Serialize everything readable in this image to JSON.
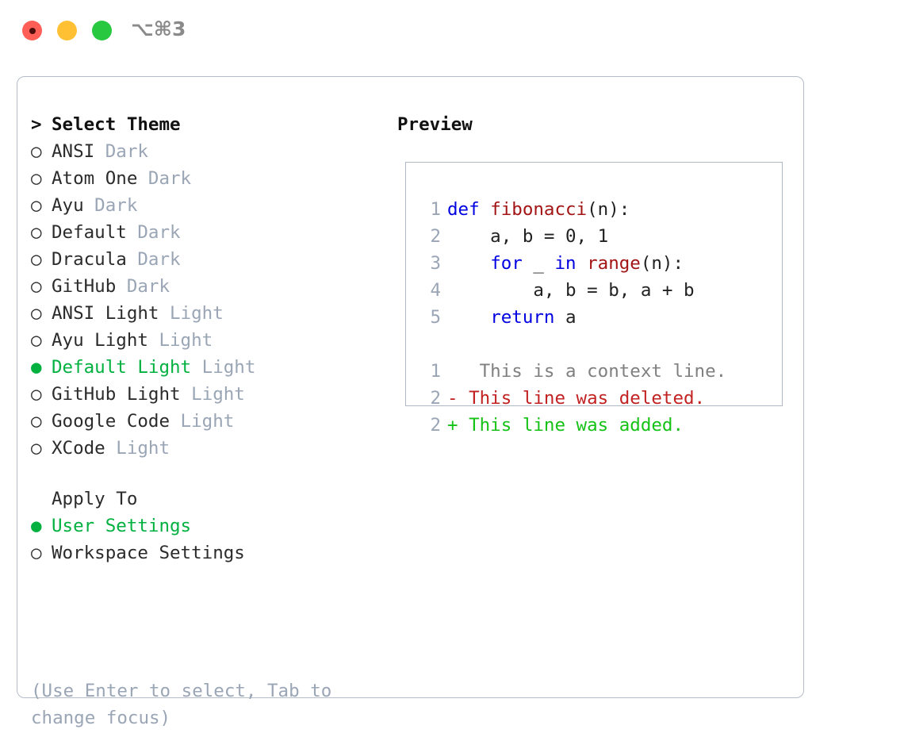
{
  "window": {
    "shortcut": "⌥⌘3",
    "traffic_lights": [
      "close-red",
      "minimize-yellow",
      "maximize-green"
    ],
    "colors": {
      "red": "#ff5f57",
      "yellow": "#ffc133",
      "green": "#28c840",
      "panel_border": "#b4bcc8",
      "accent_green": "#00b140",
      "muted": "#9aa5b5",
      "keyword_blue": "#0000e0",
      "function_red": "#a31515",
      "diff_delete": "#c22222",
      "diff_add": "#16c216"
    }
  },
  "theme_picker": {
    "header": "Select Theme",
    "header_marker": ">",
    "marker_unselected": "○",
    "marker_selected": "●",
    "items": [
      {
        "marker": "○",
        "name": "ANSI",
        "tag": "Dark",
        "selected": false
      },
      {
        "marker": "○",
        "name": "Atom One",
        "tag": "Dark",
        "selected": false
      },
      {
        "marker": "○",
        "name": "Ayu",
        "tag": "Dark",
        "selected": false
      },
      {
        "marker": "○",
        "name": "Default",
        "tag": "Dark",
        "selected": false
      },
      {
        "marker": "○",
        "name": "Dracula",
        "tag": "Dark",
        "selected": false
      },
      {
        "marker": "○",
        "name": "GitHub",
        "tag": "Dark",
        "selected": false
      },
      {
        "marker": "○",
        "name": "ANSI Light",
        "tag": "Light",
        "selected": false
      },
      {
        "marker": "○",
        "name": "Ayu Light",
        "tag": "Light",
        "selected": false
      },
      {
        "marker": "●",
        "name": "Default Light",
        "tag": "Light",
        "selected": true
      },
      {
        "marker": "○",
        "name": "GitHub Light",
        "tag": "Light",
        "selected": false
      },
      {
        "marker": "○",
        "name": "Google Code",
        "tag": "Light",
        "selected": false
      },
      {
        "marker": "○",
        "name": "XCode",
        "tag": "Light",
        "selected": false
      }
    ]
  },
  "apply_to": {
    "header": "Apply To",
    "items": [
      {
        "marker": "●",
        "label": "User Settings",
        "selected": true
      },
      {
        "marker": "○",
        "label": "Workspace Settings",
        "selected": false
      }
    ]
  },
  "hint": "(Use Enter to select, Tab to change focus)",
  "preview": {
    "title": "Preview",
    "code_lines": [
      {
        "n": "1",
        "parts": [
          {
            "t": "def ",
            "c": "kw"
          },
          {
            "t": "fibonacci",
            "c": "fn"
          },
          {
            "t": "(n):",
            "c": "plain"
          }
        ]
      },
      {
        "n": "2",
        "parts": [
          {
            "t": "    a, b = 0, 1",
            "c": "plain"
          }
        ]
      },
      {
        "n": "3",
        "parts": [
          {
            "t": "    ",
            "c": "plain"
          },
          {
            "t": "for",
            "c": "kw"
          },
          {
            "t": " _ ",
            "c": "plain"
          },
          {
            "t": "in",
            "c": "kw"
          },
          {
            "t": " ",
            "c": "plain"
          },
          {
            "t": "range",
            "c": "fn"
          },
          {
            "t": "(n):",
            "c": "plain"
          }
        ]
      },
      {
        "n": "4",
        "parts": [
          {
            "t": "        a, b = b, a + b",
            "c": "plain"
          }
        ]
      },
      {
        "n": "5",
        "parts": [
          {
            "t": "    ",
            "c": "plain"
          },
          {
            "t": "return",
            "c": "kw"
          },
          {
            "t": " a",
            "c": "plain"
          }
        ]
      }
    ],
    "diff_lines": [
      {
        "n": "1",
        "sign": " ",
        "text": "  This is a context line.",
        "kind": "d-ctx"
      },
      {
        "n": "2",
        "sign": "-",
        "text": " This line was deleted.",
        "kind": "d-del"
      },
      {
        "n": "2",
        "sign": "+",
        "text": " This line was added.",
        "kind": "d-add"
      }
    ]
  }
}
